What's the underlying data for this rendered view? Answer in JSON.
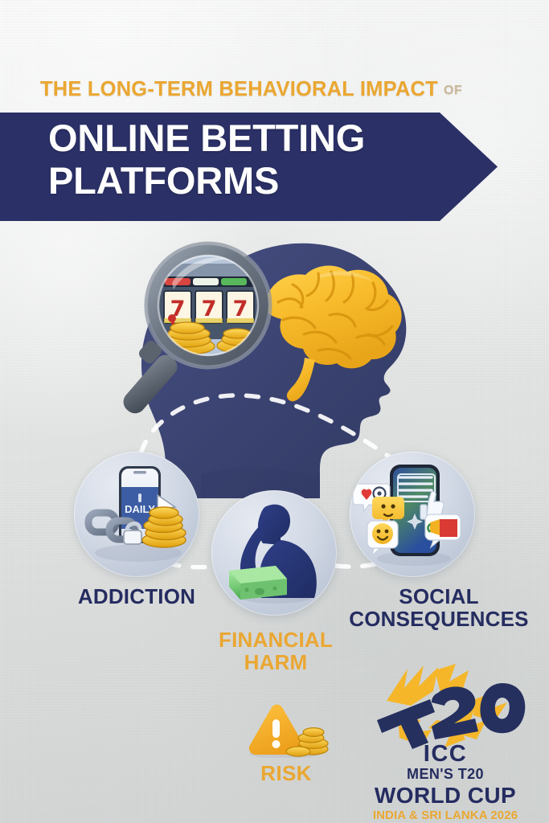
{
  "poster": {
    "kicker": "THE LONG-TERM BEHAVIORAL IMPACT",
    "kicker_suffix": "OF",
    "title_line_1": "ONLINE BETTING",
    "title_line_2": "PLATFORMS"
  },
  "colors": {
    "navy": "#2b3066",
    "navy_text": "#252c60",
    "amber": "#eaa732",
    "head_navy": "#3a4270",
    "brain_gold": "#f5b929",
    "money_green": "#7fd07f",
    "background_top": "#fbfbfb",
    "background_bottom": "#d5d8d7",
    "circle_fill": "#cdd5e2"
  },
  "central_art": {
    "name": "head-silhouette-with-brain-and-magnifier",
    "head_icon": "head-profile-silhouette-icon",
    "brain_icon": "brain-icon",
    "magnifier_icon": "magnifying-glass-icon",
    "slot_machine_icon": "slot-machine-icon",
    "slot_reels": [
      "7",
      "7",
      "7"
    ],
    "coins_icon": "gold-coins-icon"
  },
  "nodes": [
    {
      "id": "addiction",
      "label": "ADDICTION",
      "label_color": "#252c60",
      "icons": [
        "smartphone-icon",
        "chain-link-icon",
        "gold-coins-icon",
        "cursor-arrow-icon"
      ],
      "phone_screen_text": "DAILY"
    },
    {
      "id": "financial",
      "label_line_1": "FINANCIAL",
      "label_line_2": "HARM",
      "label_color": "#eaa732",
      "icons": [
        "distressed-person-icon",
        "cash-bundle-icon"
      ]
    },
    {
      "id": "social",
      "label_line_1": "SOCIAL",
      "label_line_2": "CONSEQUENCES",
      "label_color": "#252c60",
      "icons": [
        "smartphone-icon",
        "speech-bubble-icon",
        "emoji-neutral-icon",
        "emoji-smile-icon",
        "heart-icon",
        "thumbs-up-icon",
        "megaphone-icon"
      ]
    }
  ],
  "risk": {
    "label": "RISK",
    "label_color": "#eaa732",
    "icons": [
      "warning-triangle-icon",
      "gold-coins-icon"
    ]
  },
  "icc_logo": {
    "wordmark": "T20",
    "line1": "ICC",
    "line2": "MEN'S T20",
    "line3": "WORLD CUP",
    "line4": "INDIA & SRI LANKA 2026",
    "burst_icon": "lightning-burst-icon",
    "navy": "#252c60",
    "amber": "#f5b62a"
  }
}
